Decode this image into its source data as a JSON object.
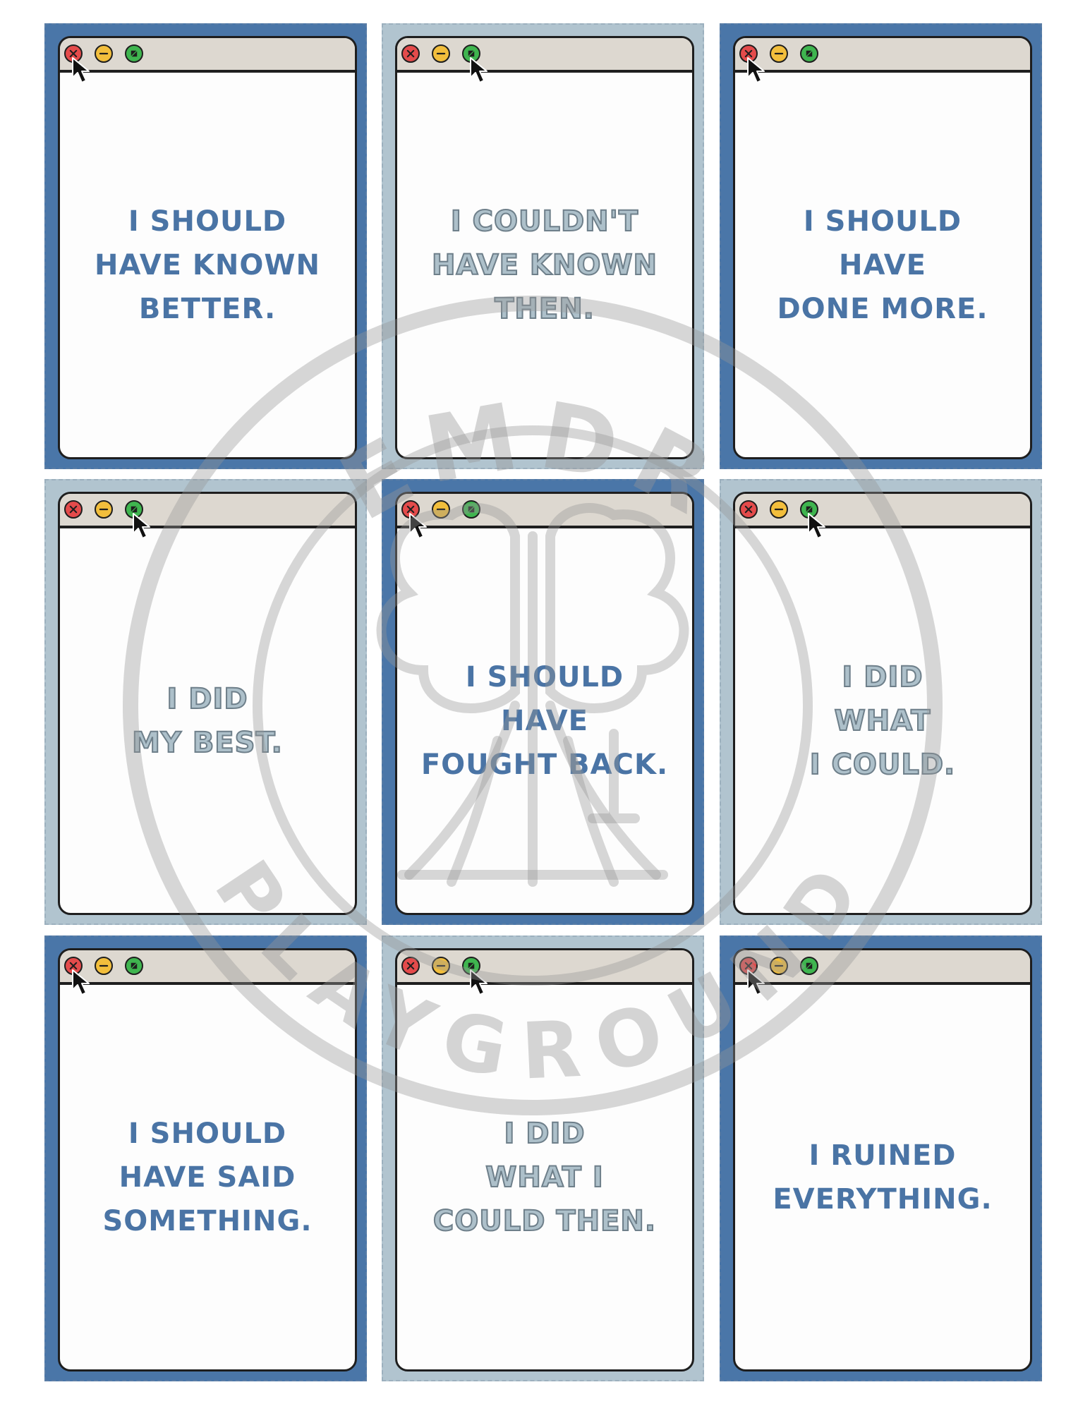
{
  "cards": [
    {
      "text": "I SHOULD\nHAVE KNOWN\nBETTER.",
      "tone": "dark",
      "style": "neg",
      "cursor_on": "close"
    },
    {
      "text": "I COULDN'T\nHAVE KNOWN\nTHEN.",
      "tone": "light",
      "style": "pos",
      "cursor_on": "maximize"
    },
    {
      "text": "I SHOULD\nHAVE\nDONE MORE.",
      "tone": "dark",
      "style": "neg",
      "cursor_on": "close"
    },
    {
      "text": "I DID\nMY BEST.",
      "tone": "light",
      "style": "pos",
      "cursor_on": "maximize"
    },
    {
      "text": "I SHOULD\nHAVE\nFOUGHT BACK.",
      "tone": "dark",
      "style": "neg",
      "cursor_on": "close"
    },
    {
      "text": "I DID\nWHAT\nI COULD.",
      "tone": "light",
      "style": "pos",
      "cursor_on": "maximize"
    },
    {
      "text": "I SHOULD\nHAVE SAID\nSOMETHING.",
      "tone": "dark",
      "style": "neg",
      "cursor_on": "close"
    },
    {
      "text": "I DID\nWHAT I\nCOULD THEN.",
      "tone": "light",
      "style": "pos",
      "cursor_on": "maximize"
    },
    {
      "text": "I RUINED\nEVERYTHING.",
      "tone": "dark",
      "style": "neg",
      "cursor_on": "close"
    }
  ],
  "window_buttons": [
    "close-icon",
    "minimize-icon",
    "maximize-icon"
  ],
  "cursor_icon": "arrow-cursor-icon",
  "colors": {
    "dark_frame": "#4a76a8",
    "light_frame": "#b1c4cf",
    "negative_text": "#4a74a5",
    "positive_text": "#adc0ca",
    "titlebar": "#ddd8d0"
  },
  "watermark": {
    "top_text": "EMDR",
    "bottom_text": "PLAYGROUND"
  }
}
